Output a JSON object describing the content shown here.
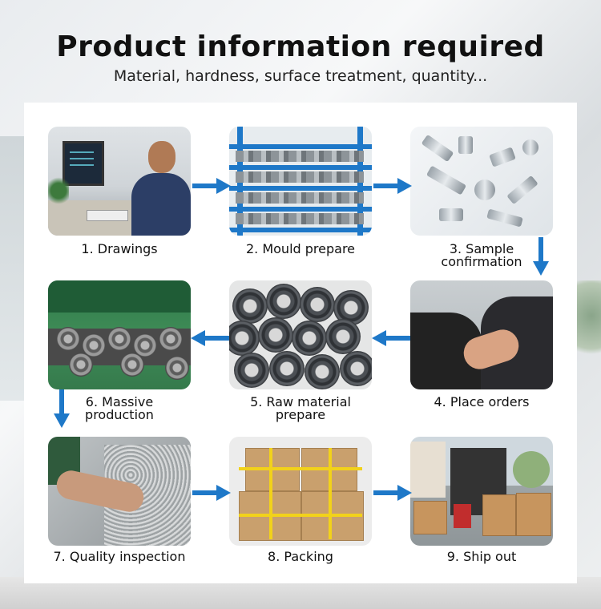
{
  "title": "Product information required",
  "subtitle": "Material, hardness, surface treatment, quantity...",
  "arrow_color": "#1e78c8",
  "steps": [
    {
      "line1": "1. Drawings",
      "line2": ""
    },
    {
      "line1": "2. Mould prepare",
      "line2": ""
    },
    {
      "line1": "3. Sample",
      "line2": "confirmation"
    },
    {
      "line1": "4. Place orders",
      "line2": ""
    },
    {
      "line1": "5. Raw material",
      "line2": "prepare"
    },
    {
      "line1": "6. Massive",
      "line2": "production"
    },
    {
      "line1": "7. Quality inspection",
      "line2": ""
    },
    {
      "line1": "8. Packing",
      "line2": ""
    },
    {
      "line1": "9. Ship out",
      "line2": ""
    }
  ]
}
